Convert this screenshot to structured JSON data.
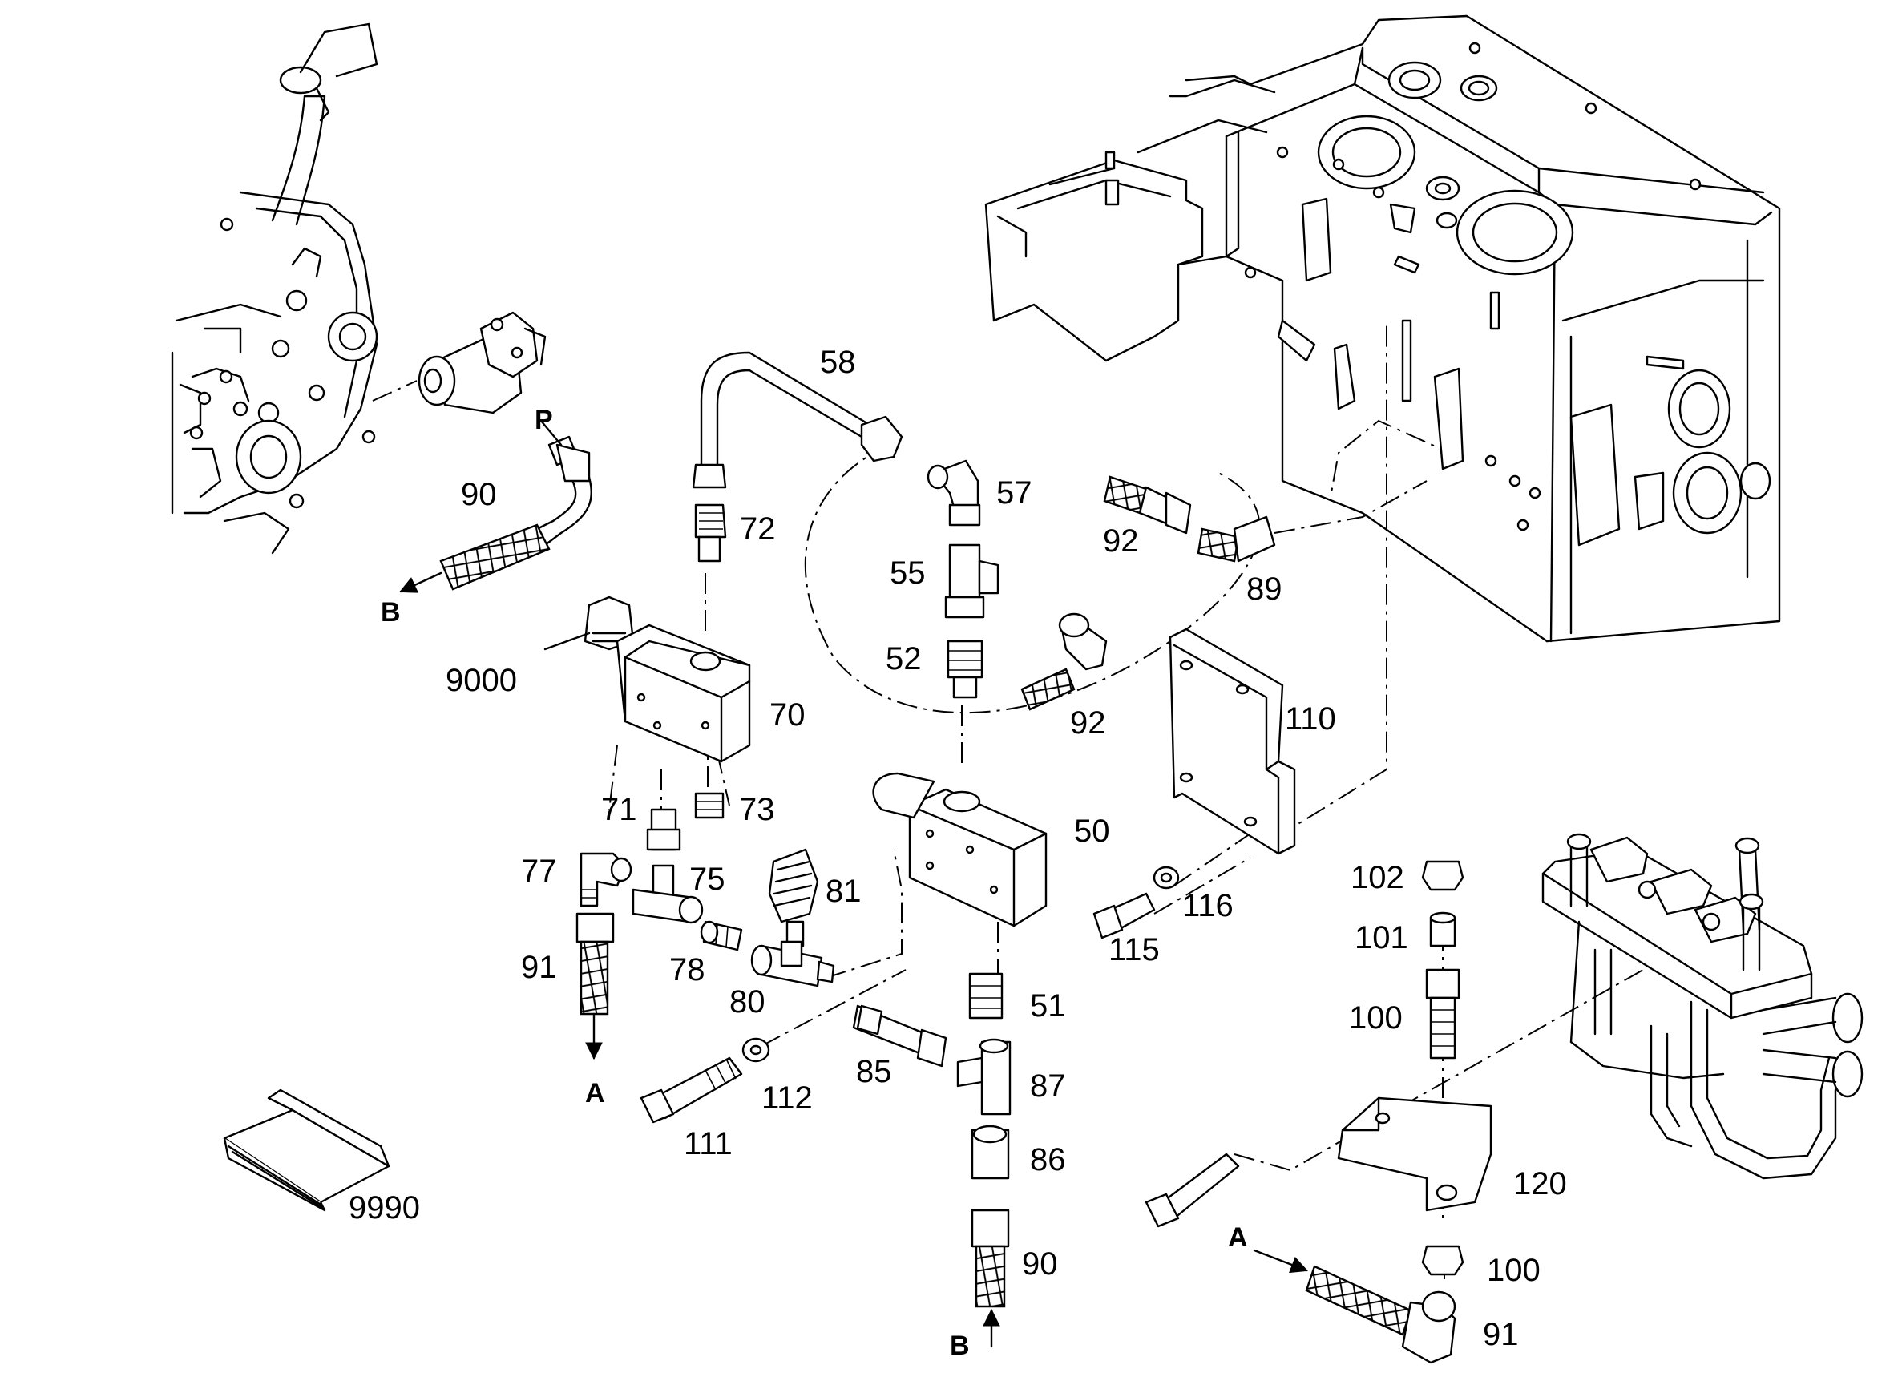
{
  "labels": {
    "p58": "58",
    "p57": "57",
    "p72": "72",
    "p55": "55",
    "p52": "52",
    "p92a": "92",
    "p92b": "92",
    "p89": "89",
    "p90a": "90",
    "p90b": "90",
    "p9000": "9000",
    "p70": "70",
    "p110": "110",
    "p50": "50",
    "p71": "71",
    "p73": "73",
    "p75": "75",
    "p77": "77",
    "p81": "81",
    "p91a": "91",
    "p91b": "91",
    "p78": "78",
    "p80": "80",
    "p51": "51",
    "p85": "85",
    "p87": "87",
    "p86": "86",
    "p111": "111",
    "p112": "112",
    "p115": "115",
    "p116": "116",
    "p102": "102",
    "p101": "101",
    "p100a": "100",
    "p100b": "100",
    "p120": "120",
    "p9990": "9990"
  },
  "markers": {
    "P": "P",
    "B_top": "B",
    "B_bottom": "B",
    "A_left": "A",
    "A_right": "A"
  }
}
